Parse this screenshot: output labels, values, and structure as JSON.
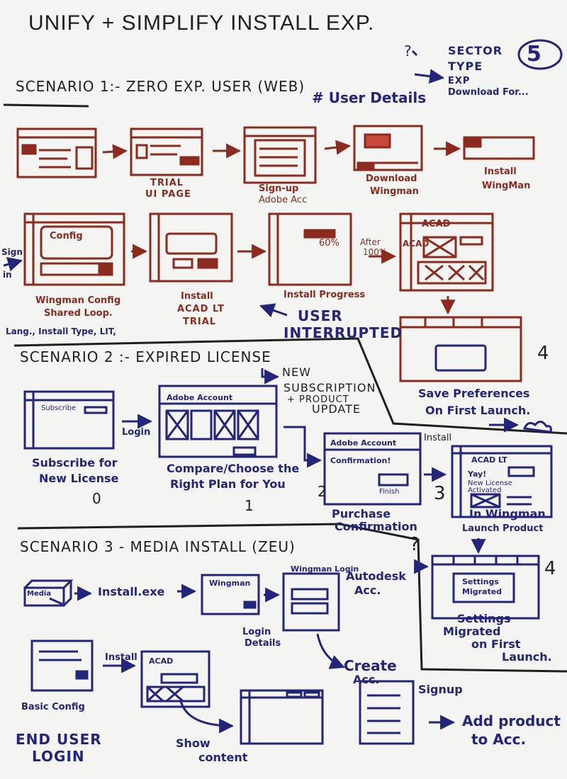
{
  "title": "Unify + Simplify Install Exp.",
  "page_number": "5",
  "colors": {
    "ink": "#1f1f1f",
    "red": "#8c2a1f",
    "blue": "#23257a",
    "board": "#f4f4f2"
  },
  "note_top": {
    "q": "?",
    "lines": [
      "SECTOR",
      "TYPE",
      "EXP",
      "Download For..."
    ],
    "user_details": "# User Details"
  },
  "scenario1": {
    "heading": "Scenario 1:- Zero Exp. User (Web)",
    "labels": [
      "Trial",
      "UI PAGE",
      "Sign-up",
      "Adobe Acc",
      "Download",
      "Wingman",
      "Install",
      "WingMan",
      "Wingman Config",
      "Shared Loop.",
      "Lang., Install Type, LIT,",
      "Install",
      "ACAD LT",
      "Trial",
      "Install Progress",
      "After",
      "100%",
      "ACAD",
      "Sign",
      "in",
      "User",
      "Interrupted",
      "Save Preferences",
      "On First Launch.",
      "4"
    ],
    "mock_text": [
      "Config",
      "60%",
      "ACAD"
    ]
  },
  "scenario2": {
    "heading": "Scenario 2 :- Expired License",
    "arrow_note": [
      "NEW",
      "SUBSCRIPTION",
      "+ PRODUCT",
      "UPDATE"
    ],
    "labels": [
      "Subscribe for",
      "New License",
      "0",
      "Login",
      "Compare/Choose the",
      "Right Plan for You",
      "1",
      "Purchase",
      "Confirmation",
      "2",
      "Install",
      "3",
      "In Wingman",
      "Launch Product",
      "4",
      "Settings",
      "Migrated",
      "on First",
      "Launch."
    ],
    "mock_text": [
      "Subscribe",
      "Adobe Account",
      "Adobe Account",
      "Confirmation!",
      "Finish",
      "ACAD LT",
      "Yay!",
      "New License",
      "Activated",
      "Settings",
      "Migrated",
      "?"
    ]
  },
  "scenario3": {
    "heading": "Scenario 3 - Media Install (ZEU)",
    "labels": [
      "Media",
      "Install.exe",
      "Wingman",
      "Wingman Login",
      "Autodesk",
      "Acc.",
      "Login",
      "Details",
      "Create",
      "Acc.",
      "Basic Config",
      "Install",
      "End User",
      "Login",
      "Show",
      "content",
      "Signup",
      "Add product",
      "to Acc."
    ],
    "mock_text": [
      "ACAD"
    ]
  }
}
